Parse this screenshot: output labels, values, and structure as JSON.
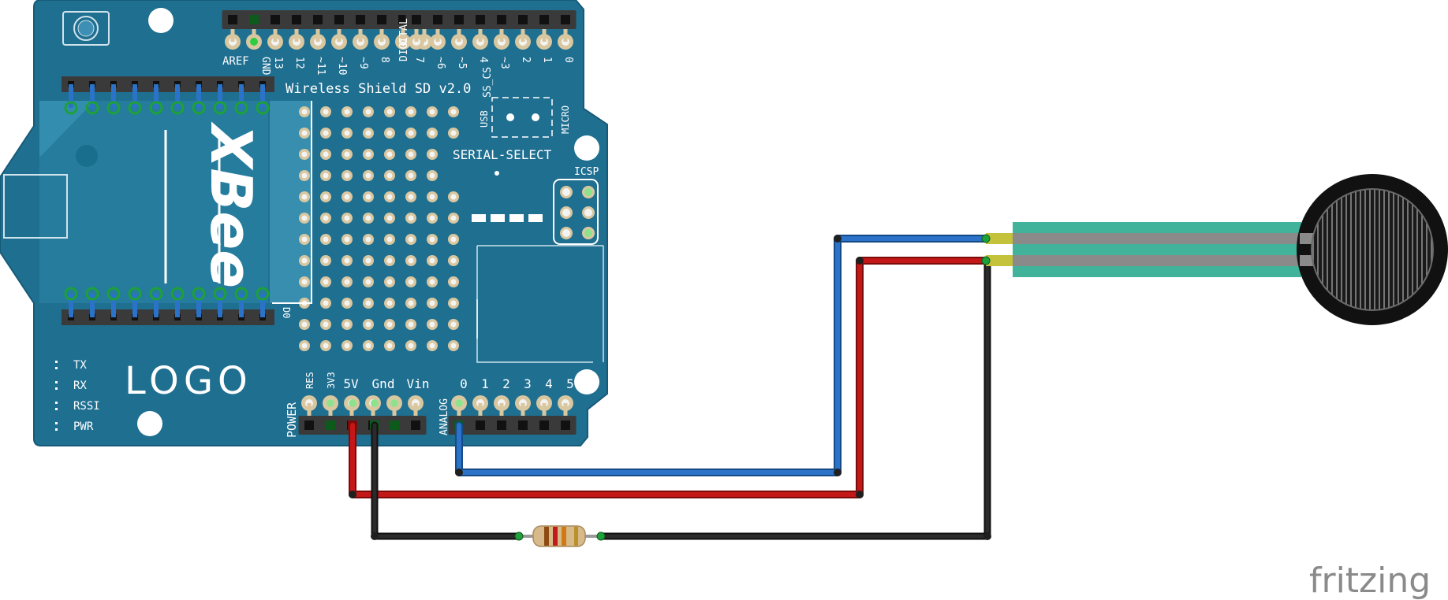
{
  "board": {
    "title": "Wireless Shield SD v2.0",
    "xbee_label": "XBee",
    "logo_label": "LOGO",
    "serial_select_label": "SERIAL-SELECT",
    "usb_label": "USB",
    "micro_label": "MICRO",
    "icsp_label": "ICSP",
    "digital_label": "DIGITAL",
    "power_label": "POWER",
    "analog_label": "ANALOG",
    "aref_label": "AREF",
    "gnd_top_label": "GND",
    "ss_cs_label": "SS_CS",
    "d0_label": "D0",
    "digital_pins": [
      "13",
      "12",
      "~11",
      "~10",
      "~9",
      "8",
      "7",
      "~6",
      "~5",
      "4",
      "~3",
      "2",
      "1",
      "0"
    ],
    "power_pins": [
      "RES",
      "3V3",
      "5V",
      "Gnd",
      "Vin"
    ],
    "analog_pins": [
      "0",
      "1",
      "2",
      "3",
      "4",
      "5"
    ],
    "leds": [
      "TX",
      "RX",
      "RSSI",
      "PWR"
    ]
  },
  "colors": {
    "board": "#1f6f91",
    "board_edge": "#175a78",
    "wire_blue": "#2a73c9",
    "wire_red": "#c41717",
    "wire_black": "#2b2b2b",
    "sensor_tail": "#41b39b",
    "sensor_body": "#111111",
    "pad": "#d9c7a0",
    "header": "#3a3a3a"
  },
  "components": {
    "sensor": "force-sensitive-resistor",
    "resistor": "resistor"
  },
  "watermark": "fritzing"
}
